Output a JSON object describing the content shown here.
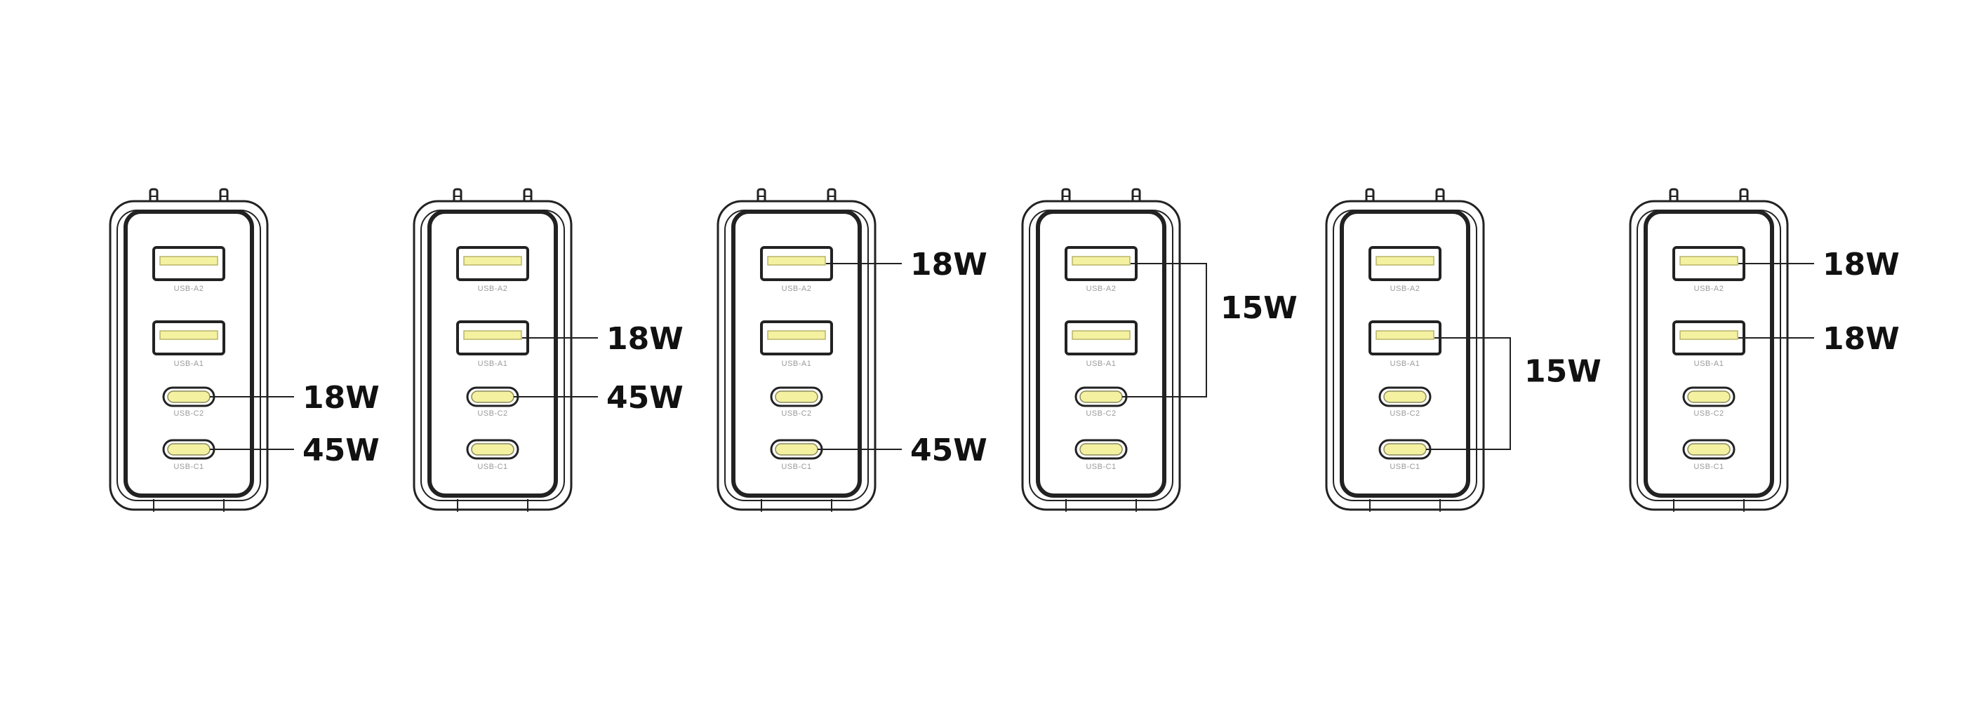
{
  "colors": {
    "outline": "#222222",
    "port_fill": "#f4f1a0",
    "port_label": "#9a9a9a",
    "watt_text": "#111111"
  },
  "port_labels": {
    "a2": "USB-A2",
    "a1": "USB-A1",
    "c2": "USB-C2",
    "c1": "USB-C1"
  },
  "configurations": [
    {
      "name": "config-1",
      "outputs": [
        {
          "ports": [
            "c2"
          ],
          "watts": "18W"
        },
        {
          "ports": [
            "c1"
          ],
          "watts": "45W"
        }
      ]
    },
    {
      "name": "config-2",
      "outputs": [
        {
          "ports": [
            "a1"
          ],
          "watts": "18W"
        },
        {
          "ports": [
            "c2"
          ],
          "watts": "45W"
        }
      ]
    },
    {
      "name": "config-3",
      "outputs": [
        {
          "ports": [
            "a2"
          ],
          "watts": "18W"
        },
        {
          "ports": [
            "c1"
          ],
          "watts": "45W"
        }
      ]
    },
    {
      "name": "config-4",
      "outputs": [
        {
          "ports": [
            "a2",
            "c2"
          ],
          "watts": "15W"
        }
      ]
    },
    {
      "name": "config-5",
      "outputs": [
        {
          "ports": [
            "a1",
            "c1"
          ],
          "watts": "15W"
        }
      ]
    },
    {
      "name": "config-6",
      "outputs": [
        {
          "ports": [
            "a2"
          ],
          "watts": "18W"
        },
        {
          "ports": [
            "a1"
          ],
          "watts": "18W"
        }
      ]
    }
  ]
}
